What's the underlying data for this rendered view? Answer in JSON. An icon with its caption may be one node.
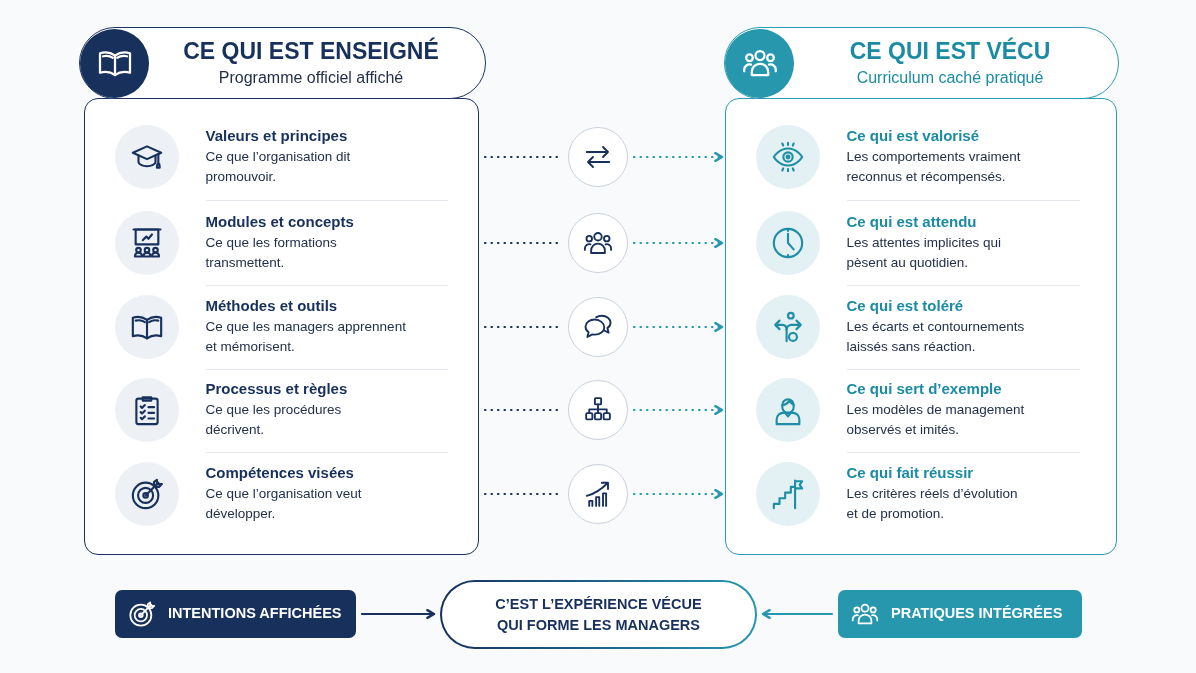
{
  "diagram": {
    "nodes": [
      {
        "text": [
          "CE QUI EST ENSEIGNÉ",
          "Programme officiel affiché"
        ]
      },
      {
        "text": [
          "CE QUI EST VÉCU",
          "Curriculum caché pratiqué"
        ]
      },
      {
        "text": [],
        "shape": "box"
      },
      {
        "text": [
          "Valeurs et principes",
          "Ce que l’organisation dit promouvoir."
        ],
        "in": 2
      },
      {
        "text": [
          "Modules et concepts",
          "Ce que les formations transmettent."
        ],
        "in": 2
      },
      {
        "text": [
          "Méthodes et outils",
          "Ce que les managers apprennent et mémorisent."
        ],
        "in": 2
      },
      {
        "text": [
          "Processus et règles",
          "Ce que les procédures décrivent."
        ],
        "in": 2
      },
      {
        "text": [
          "Compétences visées",
          "Ce que l’organisation veut développer."
        ],
        "in": 2
      },
      {
        "text": [],
        "shape": "circle"
      },
      {
        "text": [],
        "shape": "circle"
      },
      {
        "text": [],
        "shape": "circle"
      },
      {
        "text": [],
        "shape": "circle"
      },
      {
        "text": [],
        "shape": "circle"
      },
      {
        "text": [],
        "shape": "box"
      },
      {
        "text": [
          "Ce qui est valorisé",
          "Les comportements vraiment reconnus et récompensés."
        ],
        "in": 13
      },
      {
        "text": [
          "Ce qui est attendu",
          "Les attentes implicites qui pèsent au quotidien."
        ],
        "in": 13
      },
      {
        "text": [
          "Ce qui est toléré",
          "Les écarts et contournements laissés sans réaction."
        ],
        "in": 13
      },
      {
        "text": [
          "Ce qui sert d’exemple",
          "Les modèles de management observés et imités."
        ],
        "in": 13
      },
      {
        "text": [
          "Ce qui fait réussir",
          "Les critères réels d’évolution et de promotion."
        ],
        "in": 13
      },
      {
        "text": [
          "INTENTIONS AFFICHÉES"
        ]
      },
      {
        "text": [
          "C’EST L’EXPÉRIENCE VÉCUE QUI FORME LES MANAGERS"
        ]
      },
      {
        "text": [
          "PRATIQUES INTÉGRÉES"
        ]
      }
    ],
    "edges": [
      {
        "from": 2,
        "to": 8,
        "arrow": "none",
        "style": "dashed",
        "color": "#17305c"
      },
      {
        "from": 8,
        "to": 14,
        "arrow": "to",
        "style": "dashed",
        "color": "#2697ad"
      },
      {
        "from": 2,
        "to": 9,
        "arrow": "none",
        "style": "dashed",
        "color": "#17305c"
      },
      {
        "from": 9,
        "to": 15,
        "arrow": "to",
        "style": "dashed",
        "color": "#2697ad"
      },
      {
        "from": 2,
        "to": 10,
        "arrow": "none",
        "style": "dashed",
        "color": "#17305c"
      },
      {
        "from": 10,
        "to": 16,
        "arrow": "to",
        "style": "dashed",
        "color": "#2697ad"
      },
      {
        "from": 2,
        "to": 11,
        "arrow": "none",
        "style": "dashed",
        "color": "#17305c"
      },
      {
        "from": 11,
        "to": 17,
        "arrow": "to",
        "style": "dashed",
        "color": "#2697ad"
      },
      {
        "from": 2,
        "to": 12,
        "arrow": "none",
        "style": "dashed",
        "color": "#17305c"
      },
      {
        "from": 12,
        "to": 18,
        "arrow": "to",
        "style": "dashed",
        "color": "#2697ad"
      },
      {
        "from": 19,
        "to": 20,
        "arrow": "to",
        "color": "#17305c"
      },
      {
        "from": 21,
        "to": 20,
        "arrow": "to",
        "color": "#2697ad"
      }
    ]
  }
}
